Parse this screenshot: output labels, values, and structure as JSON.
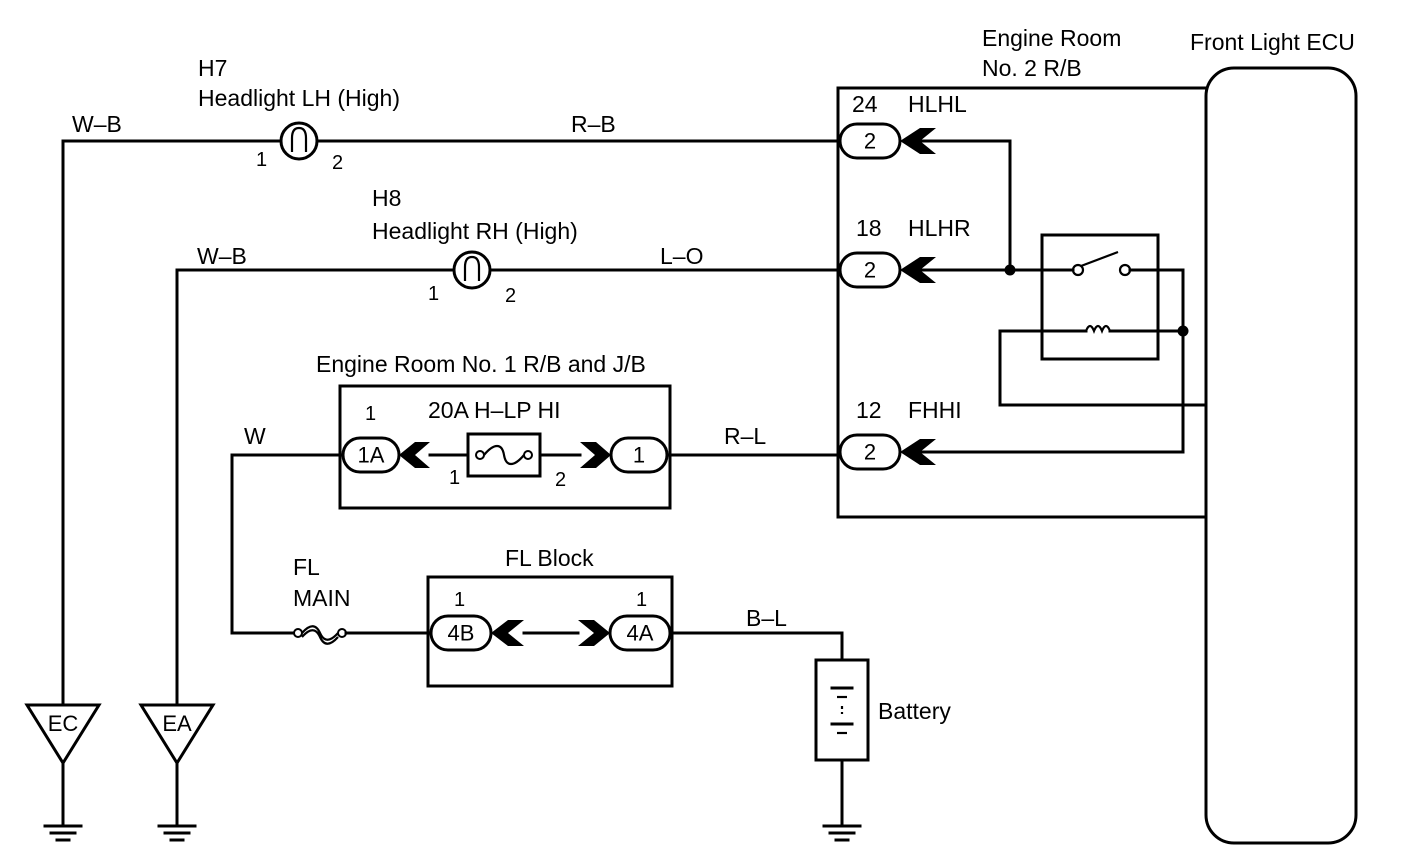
{
  "ecu": {
    "label": "Front Light ECU"
  },
  "relay_block": {
    "label_line1": "Engine Room",
    "label_line2": "No. 2 R/B"
  },
  "connectors": {
    "hlhl": {
      "pin": "24",
      "name": "HLHL",
      "cavity": "2"
    },
    "hlhr": {
      "pin": "18",
      "name": "HLHR",
      "cavity": "2"
    },
    "fhhi": {
      "pin": "12",
      "name": "FHHI",
      "cavity": "2"
    }
  },
  "headlight_lh": {
    "code": "H7",
    "label": "Headlight LH (High)",
    "pin1": "1",
    "pin2": "2",
    "wire_left": "W–B",
    "wire_right": "R–B"
  },
  "headlight_rh": {
    "code": "H8",
    "label": "Headlight RH (High)",
    "pin1": "1",
    "pin2": "2",
    "wire_left": "W–B",
    "wire_right": "L–O"
  },
  "jb1": {
    "label": "Engine Room No. 1 R/B and J/B",
    "fuse_label": "20A H–LP HI",
    "left_pin_num": "1",
    "left_cavity": "1A",
    "right_cavity": "1",
    "fuse_pin1": "1",
    "fuse_pin2": "2",
    "wire_left": "W",
    "wire_right": "R–L"
  },
  "fl_main": {
    "line1": "FL",
    "line2": "MAIN"
  },
  "fl_block": {
    "label": "FL Block",
    "left_pin_num": "1",
    "left_cavity": "4B",
    "right_pin_num": "1",
    "right_cavity": "4A",
    "wire_right": "B–L"
  },
  "battery": {
    "label": "Battery"
  },
  "grounds": {
    "ec": "EC",
    "ea": "EA"
  }
}
